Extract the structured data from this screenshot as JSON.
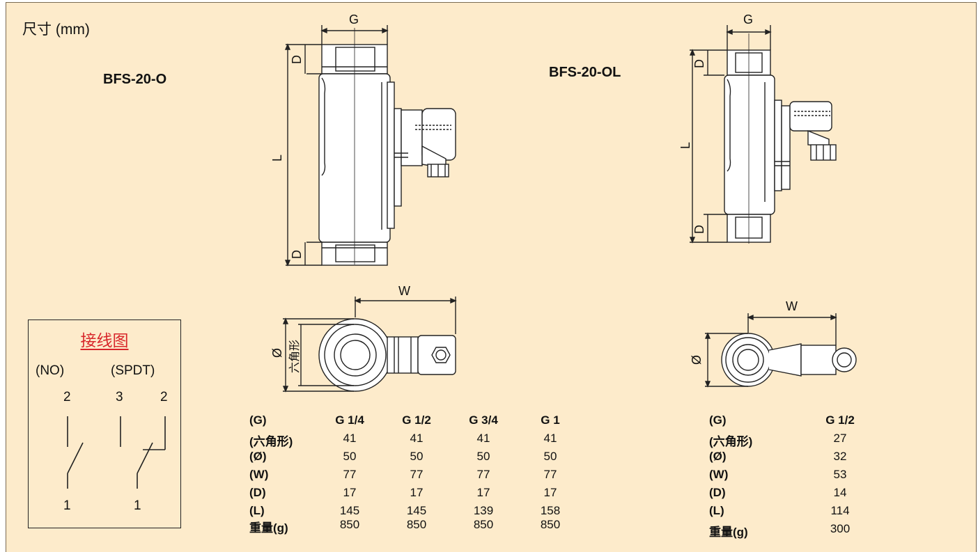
{
  "title": "尺寸 (mm)",
  "models": {
    "left": "BFS-20-O",
    "right": "BFS-20-OL"
  },
  "dimension_labels": {
    "g_left": "G",
    "d_top_left": "D",
    "l_left": "L",
    "d_bottom_left": "D",
    "w_left": "W",
    "dia_left": "Ø",
    "hex_left": "六角形",
    "g_right": "G",
    "d_top_right": "D",
    "l_right": "L",
    "d_bottom_right": "D",
    "w_right": "W",
    "dia_right": "Ø"
  },
  "wiring": {
    "title": "接线图",
    "no_label": "(NO)",
    "spdt_label": "(SPDT)",
    "no_top": "2",
    "spdt_top_left": "3",
    "spdt_top_right": "2",
    "no_bottom": "1",
    "spdt_bottom": "1"
  },
  "table_left": {
    "header": [
      "(G)",
      "G 1/4",
      "G 1/2",
      "G 3/4",
      "G 1"
    ],
    "rows": [
      {
        "label": "(六角形)",
        "values": [
          "41",
          "41",
          "41",
          "41"
        ]
      },
      {
        "label": "(Ø)",
        "values": [
          "50",
          "50",
          "50",
          "50"
        ]
      },
      {
        "label": "(W)",
        "values": [
          "77",
          "77",
          "77",
          "77"
        ]
      },
      {
        "label": "(D)",
        "values": [
          "17",
          "17",
          "17",
          "17"
        ]
      },
      {
        "label": "(L)",
        "values": [
          "145",
          "145",
          "139",
          "158"
        ]
      },
      {
        "label": "重量(g)",
        "values": [
          "850",
          "850",
          "850",
          "850"
        ]
      }
    ]
  },
  "table_right": {
    "header": [
      "(G)",
      "G 1/2"
    ],
    "rows": [
      {
        "label": "(六角形)",
        "values": [
          "27"
        ]
      },
      {
        "label": "(Ø)",
        "values": [
          "32"
        ]
      },
      {
        "label": "(W)",
        "values": [
          "53"
        ]
      },
      {
        "label": "(D)",
        "values": [
          "14"
        ]
      },
      {
        "label": "(L)",
        "values": [
          "114"
        ]
      },
      {
        "label": "重量(g)",
        "values": [
          "300"
        ]
      }
    ]
  },
  "colors": {
    "background": "#fdebcb",
    "wiring_title": "#d8262a",
    "line": "#222222"
  }
}
